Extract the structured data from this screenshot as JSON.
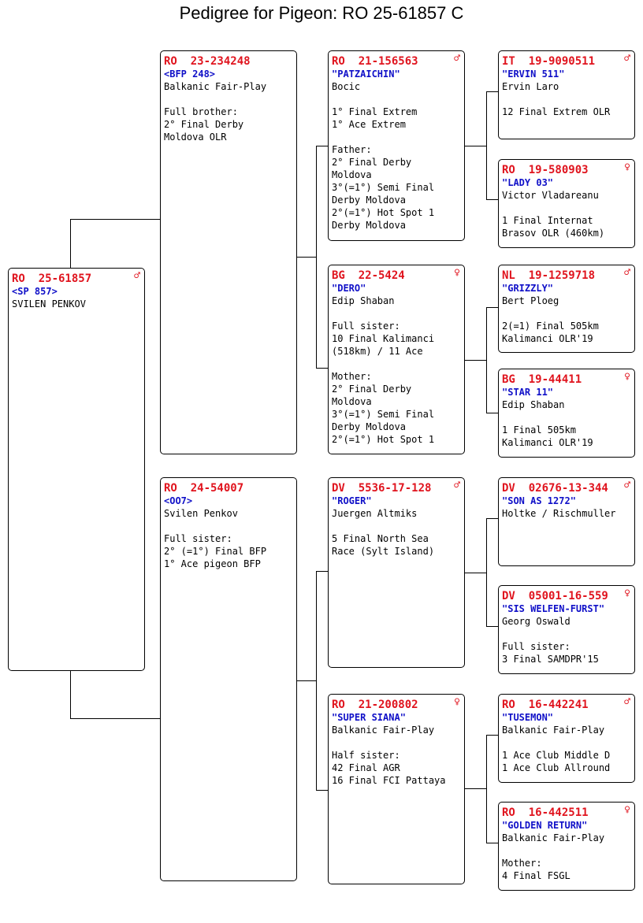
{
  "title": "Pedigree for Pigeon: RO  25-61857 C",
  "symbols": {
    "male": "♂",
    "female": "♀"
  },
  "colors": {
    "ring": "#e0141e",
    "name": "#1010c8",
    "text": "#000000"
  },
  "pigeons": {
    "subject": {
      "ring": "RO  25-61857",
      "sex": "♂",
      "name": "<SP 857>",
      "lines": [
        "SVILEN PENKOV"
      ]
    },
    "sire": {
      "ring": "RO  23-234248",
      "sex": "",
      "name": "<BFP 248>",
      "lines": [
        "Balkanic Fair-Play",
        "",
        "Full brother:",
        "2° Final Derby",
        "Moldova OLR"
      ]
    },
    "dam": {
      "ring": "RO  24-54007",
      "sex": "",
      "name": "<OO7>",
      "lines": [
        "Svilen Penkov",
        "",
        "Full sister:",
        "2° (=1°) Final BFP",
        "1° Ace pigeon BFP"
      ]
    },
    "ss": {
      "ring": "RO  21-156563",
      "sex": "♂",
      "name": "\"PATZAICHIN\"",
      "lines": [
        "Bocic",
        "",
        "1° Final Extrem",
        "1° Ace Extrem",
        "",
        "Father:",
        "2° Final Derby",
        "Moldova",
        "3°(=1°) Semi Final",
        "Derby Moldova",
        "2°(=1°) Hot Spot 1",
        "Derby Moldova"
      ]
    },
    "sd": {
      "ring": "BG  22-5424",
      "sex": "♀",
      "name": "\"DERO\"",
      "lines": [
        "Edip Shaban",
        "",
        "Full sister:",
        "10 Final Kalimanci",
        "(518km) / 11 Ace",
        "",
        "Mother:",
        "2° Final Derby",
        "Moldova",
        "3°(=1°) Semi Final",
        "Derby Moldova",
        "2°(=1°) Hot Spot 1"
      ]
    },
    "ds": {
      "ring": "DV  5536-17-128",
      "sex": "♂",
      "name": "\"ROGER\"",
      "lines": [
        "Juergen Altmiks",
        "",
        "5 Final North Sea",
        "Race (Sylt Island)"
      ]
    },
    "dd": {
      "ring": "RO  21-200802",
      "sex": "♀",
      "name": "\"SUPER SIANA\"",
      "lines": [
        "Balkanic Fair-Play",
        "",
        "Half sister:",
        "42 Final AGR",
        "16 Final FCI Pattaya"
      ]
    },
    "sss": {
      "ring": "IT  19-9090511",
      "sex": "♂",
      "name": "\"ERVIN 511\"",
      "lines": [
        "Ervin Laro",
        "",
        "12 Final Extrem OLR"
      ]
    },
    "ssd": {
      "ring": "RO  19-580903",
      "sex": "♀",
      "name": "\"LADY 03\"",
      "lines": [
        "Victor Vladareanu",
        "",
        "1 Final Internat",
        "Brasov OLR (460km)"
      ]
    },
    "sds": {
      "ring": "NL  19-1259718",
      "sex": "♂",
      "name": "\"GRIZZLY\"",
      "lines": [
        "Bert Ploeg",
        "",
        "2(=1) Final 505km",
        "Kalimanci OLR'19"
      ]
    },
    "sdd": {
      "ring": "BG  19-44411",
      "sex": "♀",
      "name": "\"STAR 11\"",
      "lines": [
        "Edip Shaban",
        "",
        "1 Final 505km",
        "Kalimanci OLR'19"
      ]
    },
    "dss": {
      "ring": "DV  02676-13-344",
      "sex": "♂",
      "name": "\"SON AS 1272\"",
      "lines": [
        "Holtke / Rischmuller"
      ]
    },
    "dsd": {
      "ring": "DV  05001-16-559",
      "sex": "♀",
      "name": "\"SIS WELFEN-FURST\"",
      "lines": [
        "Georg Oswald",
        "",
        "Full sister:",
        "3 Final SAMDPR'15"
      ]
    },
    "dds": {
      "ring": "RO  16-442241",
      "sex": "♂",
      "name": "\"TUSEMON\"",
      "lines": [
        "Balkanic Fair-Play",
        "",
        "1 Ace Club Middle D",
        "1 Ace Club Allround"
      ]
    },
    "ddd": {
      "ring": "RO  16-442511",
      "sex": "♀",
      "name": "\"GOLDEN RETURN\"",
      "lines": [
        "Balkanic Fair-Play",
        "",
        "Mother:",
        "4 Final FSGL"
      ]
    }
  }
}
